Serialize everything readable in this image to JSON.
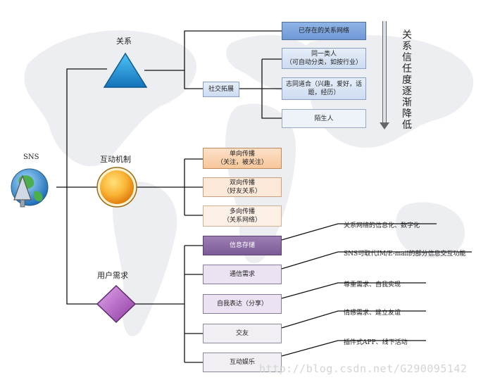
{
  "root": {
    "label": "SNS"
  },
  "branches": {
    "relation": {
      "label": "关系",
      "social_expansion": "社交拓展",
      "nodes": [
        "已存在的关系网络",
        "同一类人\n（可自动分类，如按行业）",
        "志同道合（兴趣，爱好，话\n题，经历）",
        "陌生人"
      ],
      "trust_note": "关系信任度逐渐降低"
    },
    "interaction": {
      "label": "互动机制",
      "nodes": [
        "单向传播\n（关注，被关注）",
        "双向传播\n（好友关系）",
        "多向传播\n（关系网络）"
      ]
    },
    "needs": {
      "label": "用户需求",
      "nodes": [
        "信息存储",
        "通信需求",
        "自我表达（分享）",
        "交友",
        "互动娱乐"
      ],
      "details": [
        "关系网络的信息化、数字化",
        "SNS可取代IM/E-mail的部分信息交互功能",
        "尊重需求、自我实现",
        "情感需求、建立友谊",
        "插件式APP、线下活动"
      ]
    }
  },
  "watermark": "http://blog.csdn.net/G290095142",
  "colors": {
    "triangle": "#1e9bd7",
    "circle": "#f7a020",
    "diamond": "#b05cc0",
    "line": "#111111"
  }
}
